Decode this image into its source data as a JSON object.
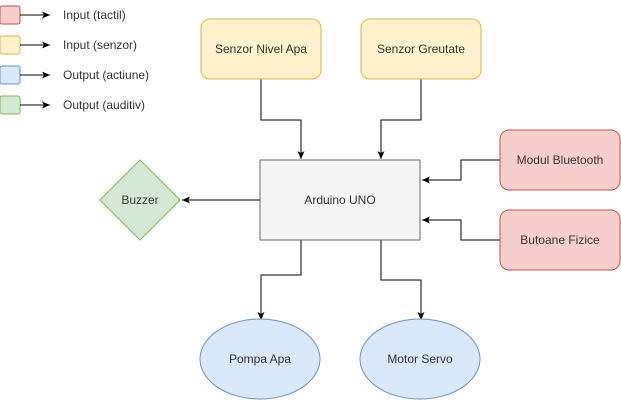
{
  "legend": {
    "items": [
      {
        "label": "Input (tactil)",
        "fill": "#f8cecc",
        "stroke": "#b85450"
      },
      {
        "label": "Input (senzor)",
        "fill": "#fff2cc",
        "stroke": "#d6b656"
      },
      {
        "label": "Output (actiune)",
        "fill": "#dae8fc",
        "stroke": "#6c8ebf"
      },
      {
        "label": "Output (auditiv)",
        "fill": "#d5e8d4",
        "stroke": "#82b366"
      }
    ]
  },
  "nodes": {
    "senzor_nivel_apa": {
      "label": "Senzor Nivel Apa",
      "fill": "#fff2cc",
      "stroke": "#d6b656"
    },
    "senzor_greutate": {
      "label": "Senzor Greutate",
      "fill": "#fff2cc",
      "stroke": "#d6b656"
    },
    "arduino": {
      "label": "Arduino UNO",
      "fill": "#f5f5f5",
      "stroke": "#666666"
    },
    "modul_bluetooth": {
      "label": "Modul Bluetooth",
      "fill": "#f8cecc",
      "stroke": "#b85450"
    },
    "butoane_fizice": {
      "label": "Butoane Fizice",
      "fill": "#f8cecc",
      "stroke": "#b85450"
    },
    "buzzer": {
      "label": "Buzzer",
      "fill": "#d5e8d4",
      "stroke": "#82b366"
    },
    "pompa_apa": {
      "label": "Pompa Apa",
      "fill": "#dae8fc",
      "stroke": "#6c8ebf"
    },
    "motor_servo": {
      "label": "Motor Servo",
      "fill": "#dae8fc",
      "stroke": "#6c8ebf"
    }
  },
  "edges": [
    {
      "from": "senzor_nivel_apa",
      "to": "arduino"
    },
    {
      "from": "senzor_greutate",
      "to": "arduino"
    },
    {
      "from": "modul_bluetooth",
      "to": "arduino"
    },
    {
      "from": "butoane_fizice",
      "to": "arduino"
    },
    {
      "from": "arduino",
      "to": "buzzer"
    },
    {
      "from": "arduino",
      "to": "pompa_apa"
    },
    {
      "from": "arduino",
      "to": "motor_servo"
    }
  ]
}
